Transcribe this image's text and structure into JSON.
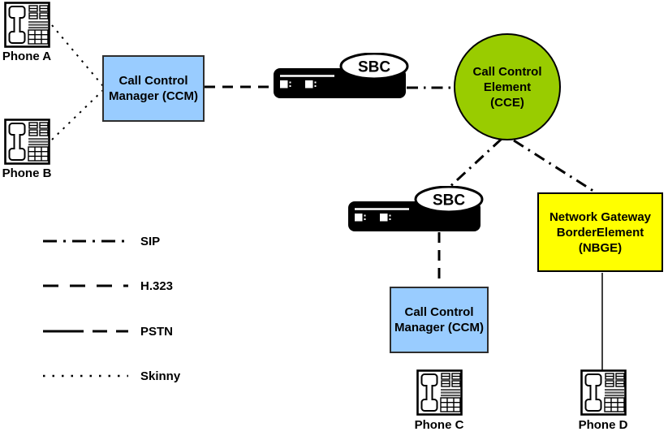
{
  "nodes": {
    "phone_a": {
      "label": "Phone A",
      "type": "ip-phone"
    },
    "phone_b": {
      "label": "Phone B",
      "type": "ip-phone"
    },
    "phone_c": {
      "label": "Phone C",
      "type": "ip-phone"
    },
    "phone_d": {
      "label": "Phone D",
      "type": "ip-phone"
    },
    "ccm_top": {
      "label": "Call Control Manager (CCM)",
      "fill": "#99CCFF"
    },
    "ccm_bottom": {
      "label": "Call Control Manager (CCM)",
      "fill": "#99CCFF"
    },
    "cce": {
      "label": "Call Control Element (CCE)",
      "fill": "#99CC00"
    },
    "nbge": {
      "label": "Network Gateway BorderElement (NBGE)",
      "fill": "#FFFF00"
    },
    "sbc_top": {
      "label": "SBC"
    },
    "sbc_bottom": {
      "label": "SBC"
    }
  },
  "connections": [
    {
      "from": "phone_a",
      "to": "ccm_top",
      "protocol": "Skinny"
    },
    {
      "from": "phone_b",
      "to": "ccm_top",
      "protocol": "Skinny"
    },
    {
      "from": "ccm_top",
      "to": "sbc_top",
      "protocol": "H.323"
    },
    {
      "from": "sbc_top",
      "to": "cce",
      "protocol": "SIP"
    },
    {
      "from": "cce",
      "to": "sbc_bottom",
      "protocol": "SIP"
    },
    {
      "from": "cce",
      "to": "nbge",
      "protocol": "SIP"
    },
    {
      "from": "sbc_bottom",
      "to": "ccm_bottom",
      "protocol": "H.323"
    },
    {
      "from": "nbge",
      "to": "phone_d",
      "protocol": "PSTN"
    }
  ],
  "legend": {
    "items": [
      {
        "label": "SIP",
        "style": "dash-dot"
      },
      {
        "label": "H.323",
        "style": "dashed"
      },
      {
        "label": "PSTN",
        "style": "long-dash"
      },
      {
        "label": "Skinny",
        "style": "dotted"
      }
    ]
  },
  "colors": {
    "ccm_fill": "#99CCFF",
    "cce_fill": "#99CC00",
    "nbge_fill": "#FFFF00",
    "device_fill": "#000000",
    "line": "#000000",
    "background": "#FFFFFF"
  }
}
